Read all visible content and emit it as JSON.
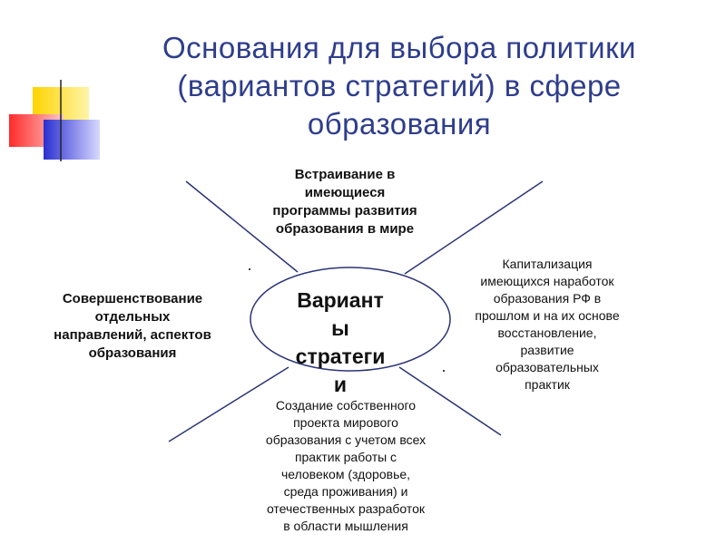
{
  "title": "Основания для выбора политики\n(вариантов стратегий) в сфере\nобразования",
  "center": {
    "label": "Вариант\nы\nстратеги\nи"
  },
  "nodes": {
    "top": "Встраивание в\nимеющиеся\nпрограммы развития\nобразования в  мире",
    "left": "Совершенствование\nотдельных\nнаправлений, аспектов\nобразования",
    "right": "Капитализация\nимеющихся наработок\nобразования РФ в\nпрошлом и на их основе\nвосстановление,\nразвитие\nобразовательных\nпрактик",
    "bottom": "Создание собственного\nпроекта мирового\nобразования с учетом всех\nпрактик работы с\nчеловеком (здоровье,\nсреда проживания) и\nотечественных  разработок\nв области мышления"
  },
  "colors": {
    "title": "#2e3d8c",
    "lines": "#2b3477",
    "deco_yellow": "#ffd400",
    "deco_red": "#ff3333",
    "deco_blue": "#3a3fd6"
  }
}
